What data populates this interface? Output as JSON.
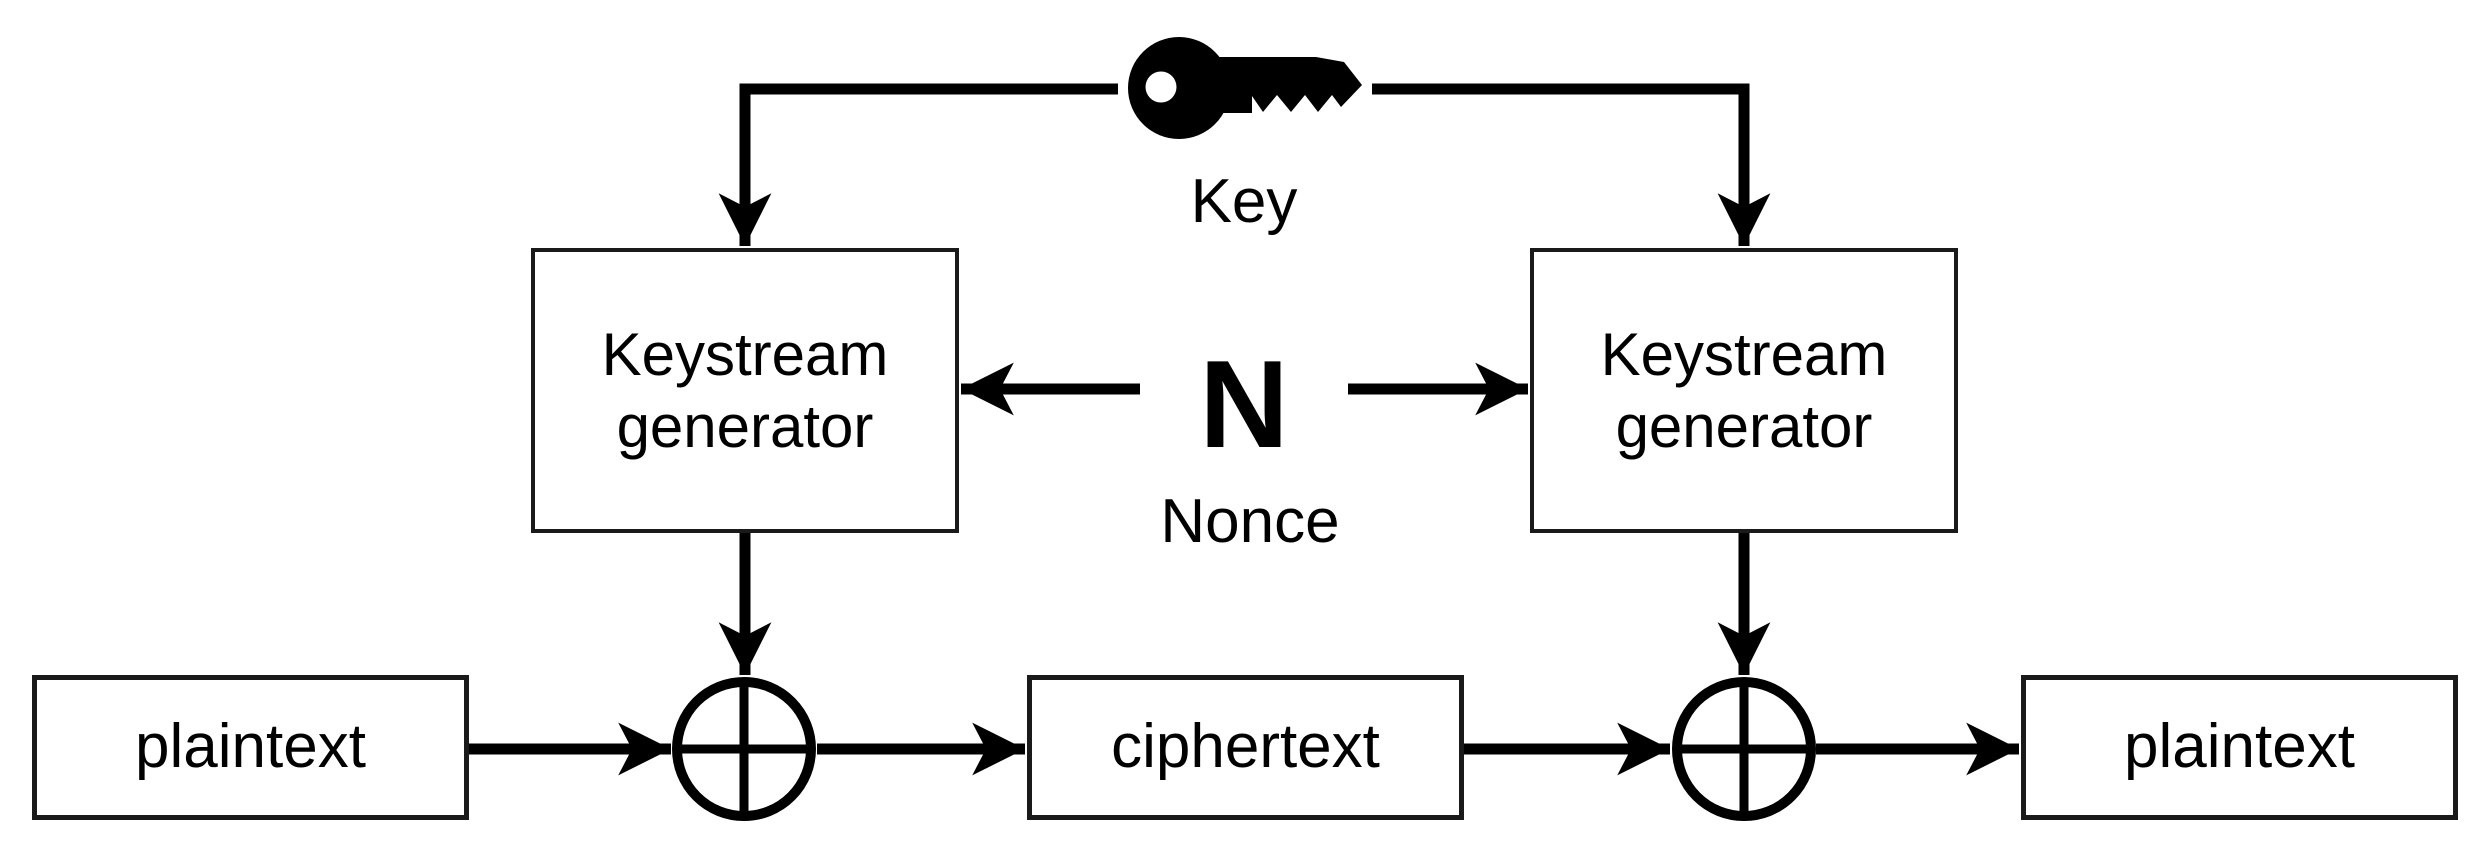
{
  "colors": {
    "ink": "#000000",
    "bg": "#ffffff",
    "border": "#1a1a1a"
  },
  "annotations": {
    "key": {
      "icon": "key-icon",
      "label": "Key"
    },
    "nonce": {
      "symbol": "N",
      "label": "Nonce"
    }
  },
  "nodes": {
    "generator_left": {
      "line1": "Keystream",
      "line2": "generator"
    },
    "generator_right": {
      "line1": "Keystream",
      "line2": "generator"
    },
    "plaintext_left": {
      "label": "plaintext"
    },
    "ciphertext": {
      "label": "ciphertext"
    },
    "plaintext_right": {
      "label": "plaintext"
    }
  },
  "operators": {
    "xor_left": {
      "icon": "xor-circle-plus-icon"
    },
    "xor_right": {
      "icon": "xor-circle-plus-icon"
    }
  }
}
